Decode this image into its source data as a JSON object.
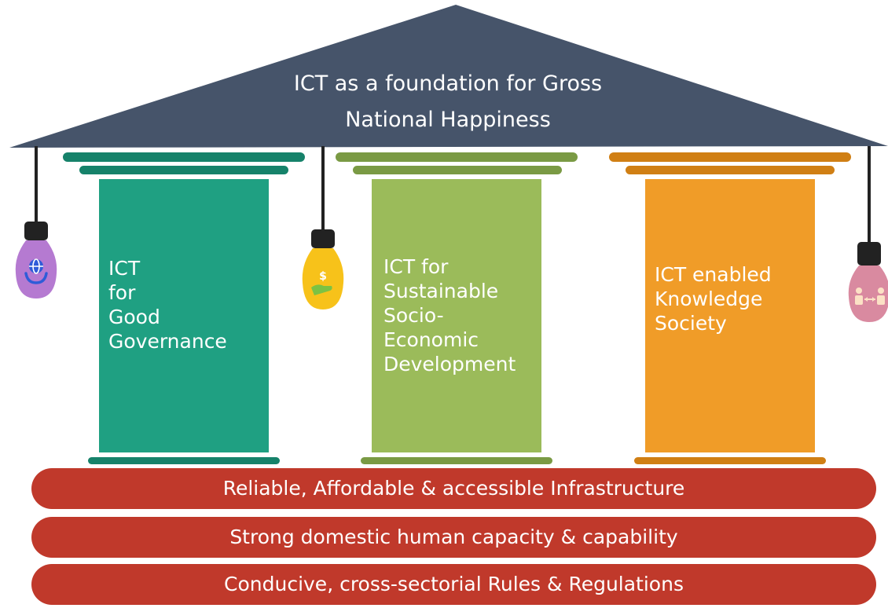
{
  "roof": {
    "title_lines": [
      "ICT as a foundation for Gross",
      "National Happiness"
    ]
  },
  "pillars": [
    {
      "lines": [
        "ICT",
        "for",
        "Good",
        "Governance"
      ]
    },
    {
      "lines": [
        "ICT for",
        "Sustainable",
        "Socio-",
        "Economic",
        "Development"
      ]
    },
    {
      "lines": [
        "ICT enabled",
        "Knowledge",
        "Society"
      ]
    }
  ],
  "foundation": [
    "Reliable, Affordable & accessible Infrastructure",
    "Strong domestic human capacity & capability",
    "Conducive, cross-sectorial Rules & Regulations"
  ],
  "bulbs": [
    {
      "icon": "globe-in-hands-icon"
    },
    {
      "icon": "dollar-in-hand-icon"
    },
    {
      "icon": "people-exchange-icon"
    }
  ],
  "colors": {
    "roof": "#46546a",
    "pillar_governance": "#1fa082",
    "pillar_governance_cap": "#16826a",
    "pillar_economic": "#9bbb5a",
    "pillar_economic_cap": "#7a9a44",
    "pillar_knowledge": "#f09c28",
    "pillar_knowledge_cap": "#d07f14",
    "foundation": "#c0392b",
    "bulb_purple": "#b57ad1",
    "bulb_yellow": "#f7c21a",
    "bulb_pink": "#d98aa0",
    "cord": "#222222"
  }
}
